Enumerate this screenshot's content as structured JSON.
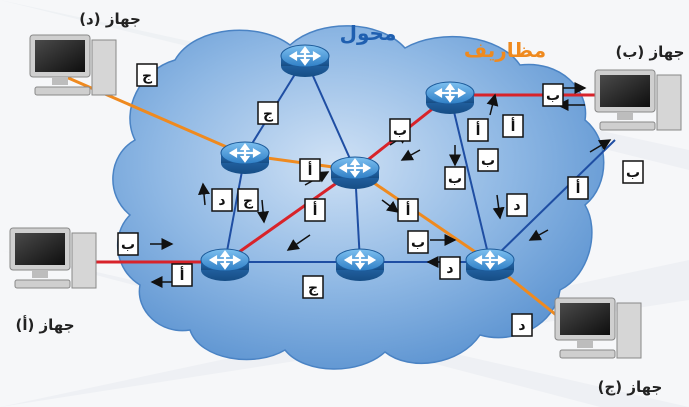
{
  "title_switch": "محول",
  "title_packets": "مظاريف",
  "devices": {
    "A": "جهاز (أ)",
    "B": "جهاز (ب)",
    "C": "جهاز (ج)",
    "D": "جهاز (د)"
  },
  "packet_labels": {
    "p01": "ج",
    "p02": "ب",
    "p03": "أ",
    "p04": "ب",
    "p05": "أ",
    "p06": "ب",
    "p07": "ج",
    "p08": "د",
    "p09": "ج",
    "p10": "أ",
    "p11": "أ",
    "p12": "ب",
    "p13": "د",
    "p14": "أ",
    "p15": "ب",
    "p16": "د",
    "p17": "أ",
    "p18": "ب",
    "p19": "ج",
    "p20": "د",
    "p21": "ب",
    "p22": "أ"
  },
  "colors": {
    "cloud": "#5e97d3",
    "cloud_light": "#a9c8ea",
    "link_red": "#d8232a",
    "link_orange": "#ef8a1f",
    "link_blue": "#1f4ea3",
    "switch_title": "#1f5fb0",
    "packet_title": "#ef8a1f",
    "router": "#3b8fd4"
  }
}
